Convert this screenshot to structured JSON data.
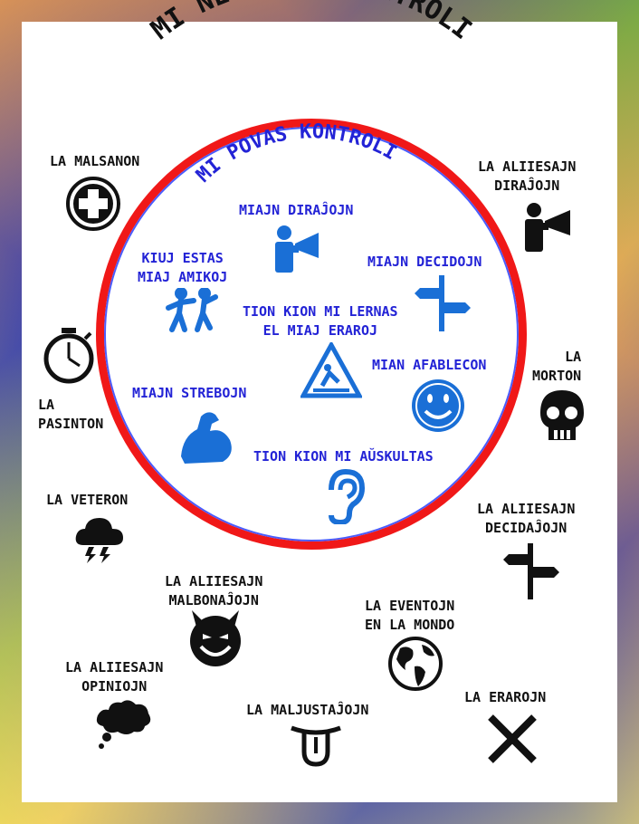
{
  "outer_title": "MI NE POVAS KONTROLI",
  "inner_title": "MI POVAS KONTROLI",
  "inner": {
    "dirajoj": "MIAJN DIRAĴOJN",
    "amikoj": "KIUJ ESTAS\nMIAJ AMIKOJ",
    "decidoj": "MIAJN DECIDOJN",
    "eraroj": "TION KION MI LERNAS\nEL MIAJ ERAROJ",
    "afablecon": "MIAN AFABLECON",
    "strebojn": "MIAJN STREBOJN",
    "auskultas": "TION KION MI AŬSKULTAS"
  },
  "outer": {
    "malsanon": "LA MALSANON",
    "aliiesajn_dirajojn": "LA ALIIESAJN\nDIRAĴOJN",
    "morton": "LA\nMORTON",
    "pasinton": "LA\nPASINTON",
    "veteron": "LA VETERON",
    "aliiesajn_decidajojn": "LA ALIIESAJN\nDECIDAĴOJN",
    "aliiesajn_malbonajojn": "LA ALIIESAJN\nMALBONAĴOJN",
    "eventojn": "LA EVENTOJN\nEN LA MONDO",
    "aliiesajn_opiniojn": "LA ALIIESAJN\nOPINIOJN",
    "maljustajojn": "LA MALJUSTAĴOJN",
    "erarojn": "LA ERAROJN"
  },
  "colors": {
    "ring": "#f01818",
    "inner_text": "#2323d6",
    "icon_blue": "#1a6fd6"
  }
}
